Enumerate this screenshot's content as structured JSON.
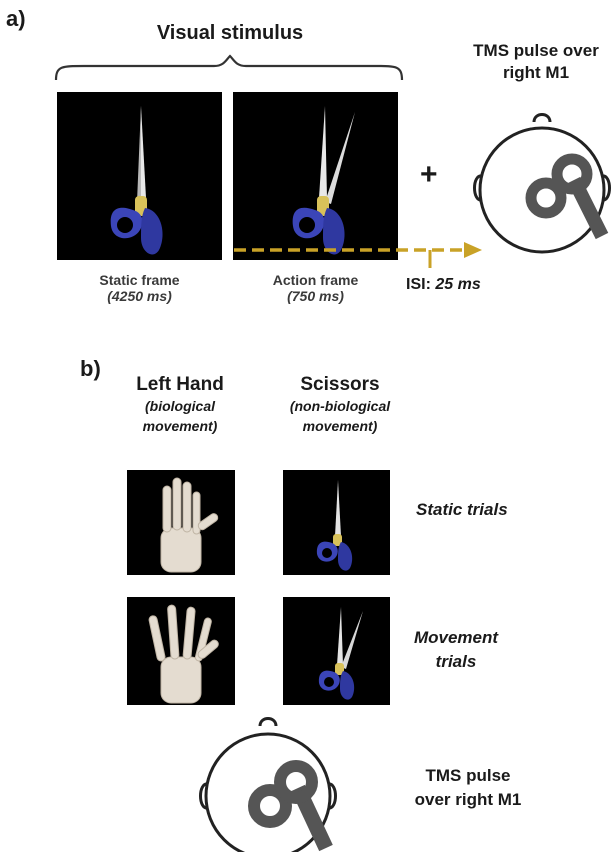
{
  "panel_a": {
    "label": "a)",
    "title": "Visual stimulus",
    "static_frame": {
      "label": "Static frame",
      "duration": "(4250 ms)"
    },
    "action_frame": {
      "label": "Action frame",
      "duration": "(750 ms)"
    },
    "plus": "+",
    "isi_label": "ISI:",
    "isi_value": "25 ms",
    "tms_label_line1": "TMS pulse over",
    "tms_label_line2": "right M1"
  },
  "panel_b": {
    "label": "b)",
    "col_hand": {
      "title": "Left Hand",
      "sub1": "(biological",
      "sub2": "movement)"
    },
    "col_scissors": {
      "title": "Scissors",
      "sub1": "(non-biological",
      "sub2": "movement)"
    },
    "row_static": "Static trials",
    "row_movement_line1": "Movement",
    "row_movement_line2": "trials",
    "tms_label_line1": "TMS pulse",
    "tms_label_line2": "over right M1"
  },
  "colors": {
    "scissors_handle": "#3b45b8",
    "arrow": "#c9a227",
    "coil": "#555555"
  }
}
